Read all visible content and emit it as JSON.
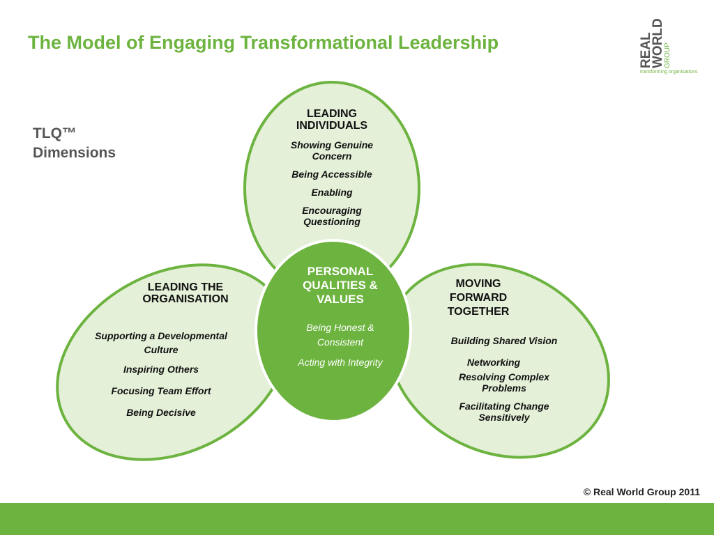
{
  "title": "The Model of Engaging Transformational Leadership",
  "logo": {
    "line1": "REAL",
    "line2": "WORLD",
    "line3": "GROUP",
    "tagline": "transforming organisations"
  },
  "side_heading": {
    "line1": "TLQ™",
    "line2": "Dimensions"
  },
  "colors": {
    "accent": "#6db33f",
    "petal_fill": "#e4f0d8",
    "petal_stroke": "#6db33f",
    "center_fill": "#6db33f"
  },
  "petals": {
    "top": {
      "title_line1": "LEADING",
      "title_line2": "INDIVIDUALS",
      "items": [
        "Showing Genuine Concern",
        "Being Accessible",
        "Enabling",
        "Encouraging Questioning"
      ]
    },
    "left": {
      "title_line1": "LEADING THE",
      "title_line2": "ORGANISATION",
      "items": [
        "Supporting a Developmental Culture",
        "Inspiring Others",
        "Focusing Team Effort",
        "Being Decisive"
      ]
    },
    "right": {
      "title_line1": "MOVING",
      "title_line2": "FORWARD",
      "title_line3": "TOGETHER",
      "items": [
        "Building Shared Vision",
        "Networking",
        "Resolving Complex Problems",
        "Facilitating Change Sensitively"
      ]
    },
    "center": {
      "title_line1": "PERSONAL",
      "title_line2": "QUALITIES &",
      "title_line3": "VALUES",
      "items": [
        "Being Honest & Consistent",
        "Acting with Integrity"
      ]
    }
  },
  "footer": {
    "copyright": "© Real World Group 2011"
  }
}
